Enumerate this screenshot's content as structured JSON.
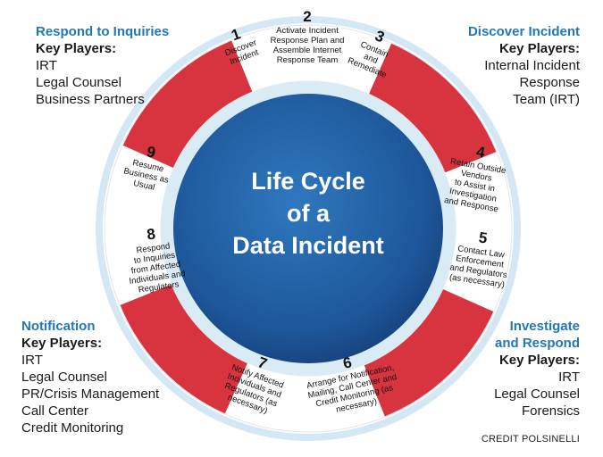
{
  "title_lines": [
    "Life Cycle",
    "of a",
    "Data Incident"
  ],
  "steps": [
    {
      "num": "1",
      "lines": [
        "Discover",
        "Incident"
      ]
    },
    {
      "num": "2",
      "lines": [
        "Activate Incident",
        "Response Plan and",
        "Assemble Internet",
        "Response Team"
      ]
    },
    {
      "num": "3",
      "lines": [
        "Contain",
        "and",
        "Remediate"
      ]
    },
    {
      "num": "4",
      "lines": [
        "Retain Outside",
        "Vendors",
        "to Assist in",
        "Investigation",
        "and Response"
      ]
    },
    {
      "num": "5",
      "lines": [
        "Contact Law",
        "Enforcement",
        "and Regulators",
        "(as necessary)"
      ]
    },
    {
      "num": "6",
      "lines": [
        "Arrange for Notification,",
        "Mailing, Call Center and",
        "Credit Monitoring (as",
        "necessary)"
      ]
    },
    {
      "num": "7",
      "lines": [
        "Notify Affected",
        "Individuals and",
        "Regulators (as",
        "necessary)"
      ]
    },
    {
      "num": "8",
      "lines": [
        "Respond",
        "to Inquiries",
        "from Affected",
        "Individuals and",
        "Regulators"
      ]
    },
    {
      "num": "9",
      "lines": [
        "Resume",
        "Business as",
        "Usual"
      ]
    }
  ],
  "corners": {
    "top_left": {
      "title": "Respond to Inquiries",
      "key": "Key Players:",
      "items": [
        "IRT",
        "Legal Counsel",
        "Business Partners"
      ]
    },
    "top_right": {
      "title": "Discover Incident",
      "key": "Key Players:",
      "items": [
        "Internal Incident",
        "Response",
        "Team (IRT)"
      ]
    },
    "bottom_left": {
      "title": "Notification",
      "key": "Key Players:",
      "items": [
        "IRT",
        "Legal Counsel",
        "PR/Crisis Management",
        "Call Center",
        "Credit Monitoring"
      ]
    },
    "bottom_right": {
      "title_lines": [
        "Investigate",
        "and Respond"
      ],
      "key": "Key Players:",
      "items": [
        "IRT",
        "Legal Counsel",
        "Forensics"
      ]
    }
  },
  "credit": "CREDIT POLSINELLI",
  "colors": {
    "accent_blue": "#2377b5",
    "ring_red": "#d7343f",
    "center_blue": "#1f5fa6",
    "halo": "#cfe6f3"
  }
}
